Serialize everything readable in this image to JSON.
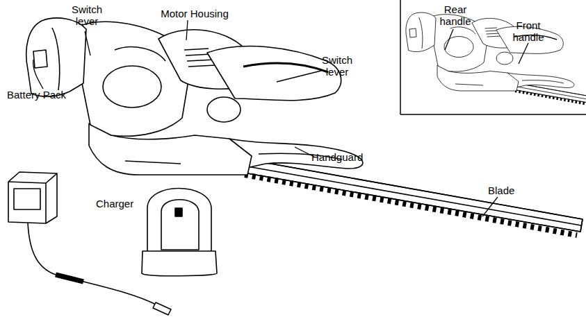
{
  "diagram": {
    "labels": [
      "Switch lever",
      "Motor Housing",
      "Switch lever",
      "Battery Pack",
      "Handguard",
      "Charger",
      "Blade",
      "Rear handle",
      "Front handle"
    ]
  }
}
